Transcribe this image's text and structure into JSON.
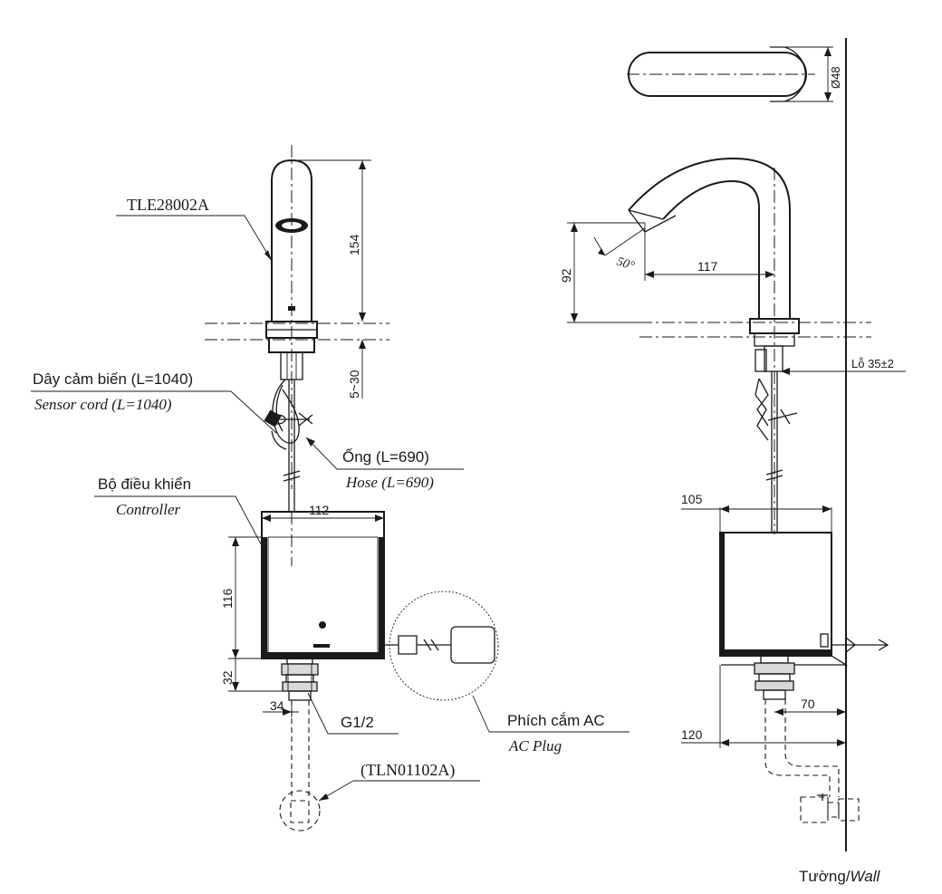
{
  "labels": {
    "model": "TLE28002A",
    "sensor_cord_vi": "Dây cảm biến (L=1040)",
    "sensor_cord_en": "Sensor cord (L=1040)",
    "hose_vi": "Ống (L=690)",
    "hose_en": "Hose (L=690)",
    "controller_vi": "Bộ điều khiển",
    "controller_en": "Controller",
    "thread": "G1/2",
    "valve": "(TLN01102A)",
    "plug_vi": "Phích cắm AC",
    "plug_en": "AC Plug",
    "hole": "Lỗ 35±2",
    "wall_vi": "Tường/",
    "wall_en": "Wall"
  },
  "dimensions": {
    "faucet_height": "154",
    "deck_range": "5~30",
    "controller_width": "112",
    "controller_height": "116",
    "fitting_height": "32",
    "fitting_width": "34",
    "spout_height": "92",
    "spout_reach": "117",
    "spout_angle": "50°",
    "base_diameter": "Ø48",
    "side_depth": "105",
    "wall_offset": "70",
    "wall_distance": "120"
  }
}
